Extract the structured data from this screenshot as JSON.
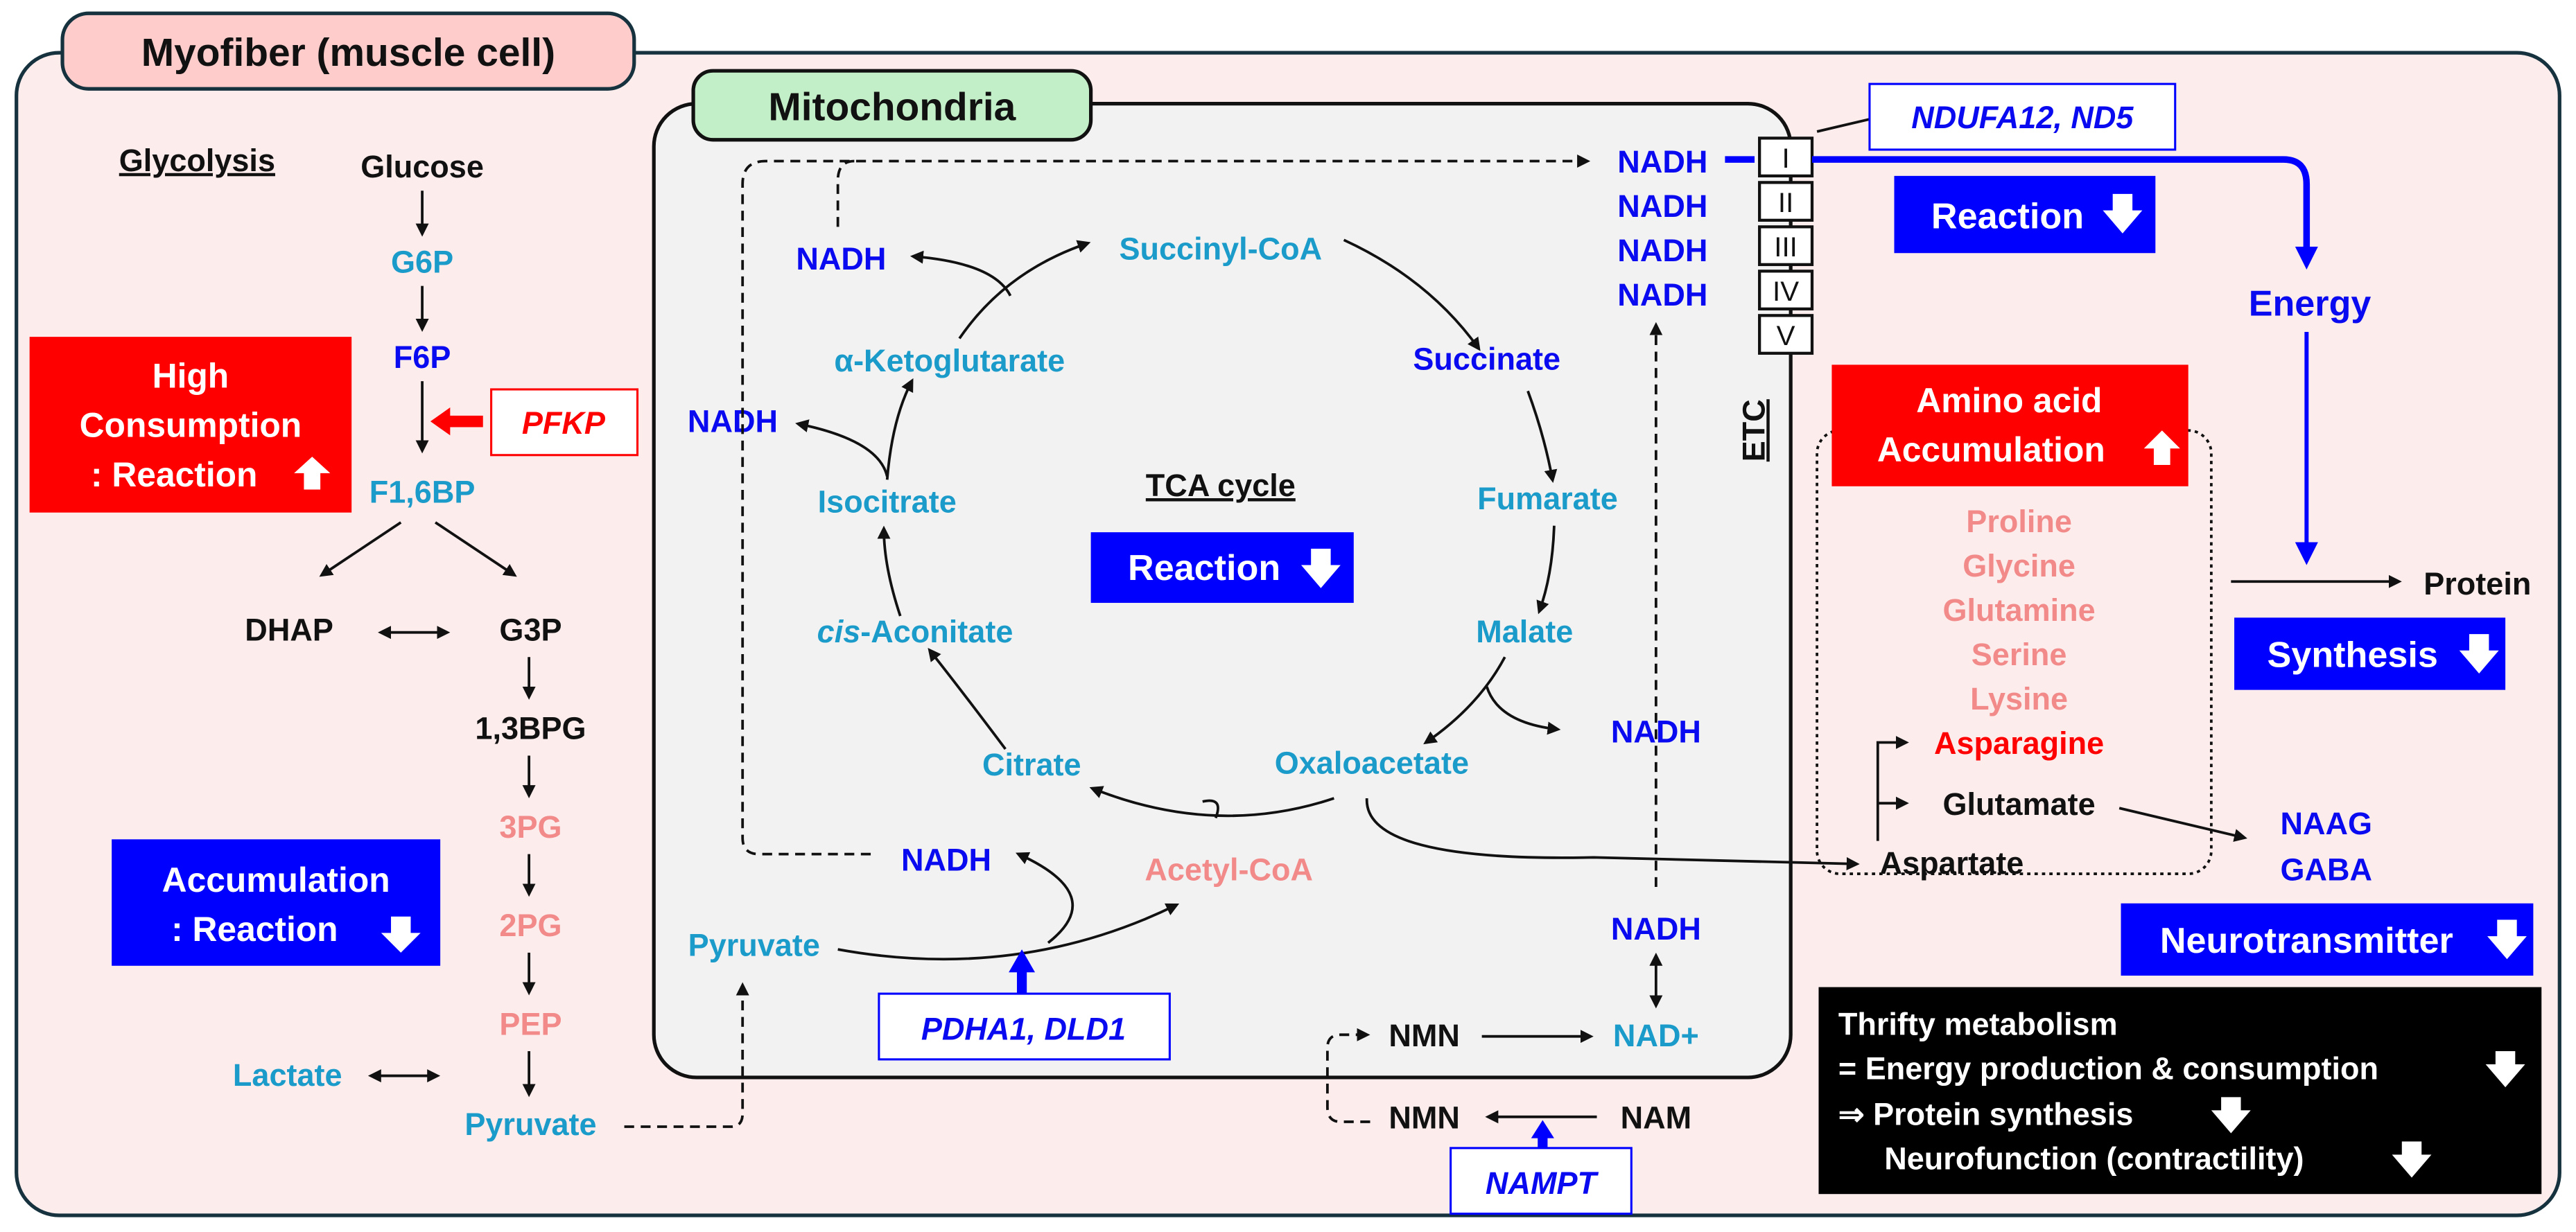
{
  "myofiber": {
    "title": "Myofiber (muscle cell)"
  },
  "mitochondria": {
    "title": "Mitochondria"
  },
  "glycolysis": {
    "heading": "Glycolysis",
    "glucose": "Glucose",
    "g6p": "G6P",
    "f6p": "F6P",
    "f16bp": "F1,6BP",
    "dhap": "DHAP",
    "g3p": "G3P",
    "bpg13": "1,3BPG",
    "pg3": "3PG",
    "pg2": "2PG",
    "pep": "PEP",
    "pyruvate": "Pyruvate",
    "lactate": "Lactate",
    "enzyme": "PFKP",
    "high_consumption": {
      "line1": "High",
      "line2": "Consumption",
      "line3": ": Reaction",
      "arrow": "up"
    },
    "accumulation": {
      "line1": "Accumulation",
      "line2": ": Reaction",
      "arrow": "down"
    }
  },
  "tca": {
    "heading": "TCA cycle",
    "reaction_badge": "Reaction",
    "reaction_arrow": "down",
    "succinyl_coa": "Succinyl-CoA",
    "succinate": "Succinate",
    "fumarate": "Fumarate",
    "malate": "Malate",
    "oxaloacetate": "Oxaloacetate",
    "citrate": "Citrate",
    "cis_aconitate_prefix": "cis",
    "cis_aconitate_suffix": "-Aconitate",
    "isocitrate": "Isocitrate",
    "akg": "α-Ketoglutarate",
    "acetyl_coa": "Acetyl-CoA",
    "pyruvate": "Pyruvate",
    "nadh": "NADH",
    "enzyme": "PDHA1, DLD1"
  },
  "nad": {
    "nadh": "NADH",
    "nad_plus": "NAD+",
    "nmn": "NMN",
    "nam": "NAM",
    "enzyme": "NAMPT"
  },
  "etc": {
    "label": "ETC",
    "complexes": [
      "I",
      "II",
      "III",
      "IV",
      "V"
    ],
    "nadh_stack": [
      "NADH",
      "NADH",
      "NADH",
      "NADH"
    ],
    "enzyme": "NDUFA12, ND5",
    "reaction_badge": "Reaction",
    "reaction_arrow": "down",
    "energy": "Energy"
  },
  "amino_acids": {
    "badge_line1": "Amino acid",
    "badge_line2": "Accumulation",
    "badge_arrow": "up",
    "list": [
      "Proline",
      "Glycine",
      "Glutamine",
      "Serine",
      "Lysine"
    ],
    "asparagine": "Asparagine",
    "glutamate": "Glutamate",
    "aspartate": "Aspartate"
  },
  "outputs": {
    "protein": "Protein",
    "synthesis_badge": "Synthesis",
    "naag": "NAAG",
    "gaba": "GABA",
    "neuro_badge": "Neurotransmitter"
  },
  "summary": {
    "line1": "Thrifty metabolism",
    "line2": "= Energy production & consumption",
    "line3": "⇒ Protein synthesis",
    "line4": "Neurofunction (contractility)"
  },
  "colors": {
    "up_red": "#FF0000",
    "down_blue": "#0000FF",
    "teal_metabolite": "#1B9BC9",
    "pink_metabolite": "#F28A8A",
    "cell_bg": "#FCECEC",
    "mito_bg": "#F2F2F2"
  }
}
